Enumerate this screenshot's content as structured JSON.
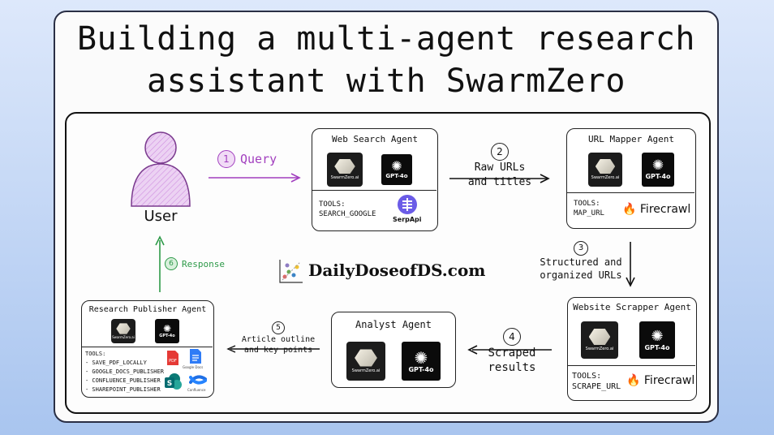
{
  "title_line1": "Building a multi-agent research",
  "title_line2": "assistant with SwarmZero",
  "user": {
    "label": "User"
  },
  "query": {
    "num": "1",
    "label": "Query"
  },
  "response": {
    "num": "6",
    "label": "Response"
  },
  "web_search": {
    "title": "Web Search Agent",
    "tools_label": "TOOLS:",
    "tool": "SEARCH_GOOGLE",
    "provider": "SerpApi"
  },
  "url_mapper": {
    "title": "URL Mapper Agent",
    "tools_label": "TOOLS:",
    "tool": "MAP_URL",
    "provider": "Firecrawl"
  },
  "scrapper": {
    "title": "Website Scrapper Agent",
    "tools_label": "TOOLS:",
    "tool": "SCRAPE_URL",
    "provider": "Firecrawl"
  },
  "analyst": {
    "title": "Analyst Agent"
  },
  "publisher": {
    "title": "Research Publisher Agent",
    "tools_label": "TOOLS:",
    "tools": [
      "- SAVE_PDF_LOCALLY",
      "- GOOGLE_DOCS_PUBLISHER",
      "- CONFLUENCE_PUBLISHER",
      "- SHAREPOINT_PUBLISHER"
    ],
    "google_docs_caption": "Google Docs",
    "confluence_caption": "Confluence"
  },
  "step2": {
    "num": "2",
    "line1": "Raw URLs",
    "line2": "and titles"
  },
  "step3": {
    "num": "3",
    "line1": "Structured and",
    "line2": "organized URLs"
  },
  "step4": {
    "num": "4",
    "line1": "Scraped",
    "line2": "results"
  },
  "step5": {
    "num": "5",
    "line1": "Article outline",
    "line2": "and key points"
  },
  "swarmzero_label": "SwarmZero.ai",
  "gpt_label": "GPT-4o",
  "watermark": "DailyDoseofDS.com",
  "colors": {
    "query": "#a23fbf",
    "response": "#2e9a49",
    "user_fill": "#e7c6f0"
  },
  "icons": [
    "user-icon",
    "swarmzero-logo-icon",
    "gpt-logo-icon",
    "serpapi-icon",
    "firecrawl-icon",
    "pdf-icon",
    "google-docs-icon",
    "sharepoint-icon",
    "confluence-icon",
    "dailydose-icon"
  ]
}
